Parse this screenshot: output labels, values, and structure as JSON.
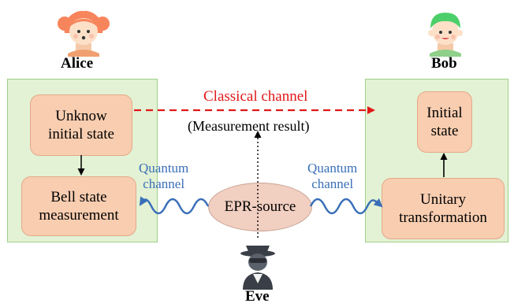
{
  "alice": {
    "name": "Alice",
    "unknown_state": "Unknow\ninitial state",
    "bell_measurement": "Bell state\nmeasurement"
  },
  "bob": {
    "name": "Bob",
    "initial_state": "Initial\nstate",
    "unitary": "Unitary\ntransformation"
  },
  "eve": {
    "name": "Eve"
  },
  "channels": {
    "classical": "Classical channel",
    "measurement_result": "(Measurement result)",
    "quantum_left": "Quantum\nchannel",
    "quantum_right": "Quantum\nchannel"
  },
  "source": {
    "label": "EPR-source"
  },
  "colors": {
    "panel_fill": "#e3f2d4",
    "box_fill": "#f8cdb0",
    "classical": "#e01818",
    "quantum": "#3a6fb8"
  },
  "icons": [
    "girl-avatar-icon",
    "boy-avatar-icon",
    "spy-icon"
  ]
}
